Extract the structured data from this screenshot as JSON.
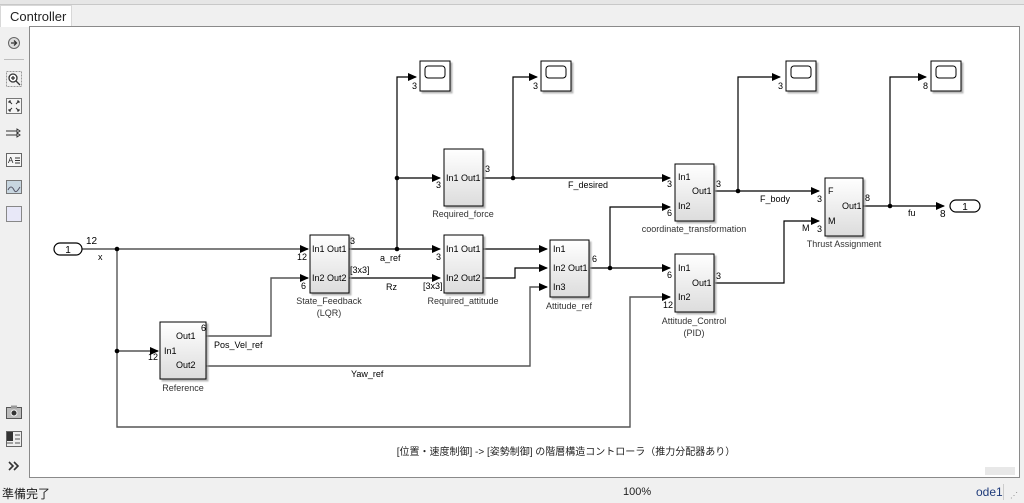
{
  "tab": {
    "label": "Controller"
  },
  "toolbar": {
    "items": [
      {
        "name": "hide-show-explorer-icon"
      },
      {
        "name": "zoom-icon"
      },
      {
        "name": "fit-to-view-icon"
      },
      {
        "name": "signal-routing-icon"
      },
      {
        "name": "annotation-icon"
      },
      {
        "name": "image-icon"
      },
      {
        "name": "area-icon"
      },
      {
        "name": "screenshot-icon"
      },
      {
        "name": "property-inspector-icon"
      },
      {
        "name": "more-icon"
      }
    ]
  },
  "diagram": {
    "inport": {
      "number": "1",
      "dim": "12",
      "signal": "x"
    },
    "outport": {
      "number": "1",
      "dim": "8",
      "signal": "fu"
    },
    "blocks": {
      "reference": {
        "name": "Reference",
        "in": [
          "In1"
        ],
        "out": [
          "Out1",
          "Out2"
        ],
        "in_dims": [
          "12"
        ],
        "out_dims": [
          "6"
        ]
      },
      "state_feedback": {
        "name": "State_Feedback",
        "name2": "(LQR)",
        "ports": [
          "In1 Out1",
          "In2 Out2"
        ],
        "in_dims": [
          "12",
          "6"
        ],
        "out_dims": [
          "3",
          "[3x3]"
        ]
      },
      "required_force": {
        "name": "Required_force",
        "ports": [
          "In1 Out1"
        ],
        "in_dims": [
          "3"
        ],
        "out_dims": [
          "3"
        ]
      },
      "required_attitude": {
        "name": "Required_attitude",
        "ports": [
          "In1 Out1",
          "In2 Out2"
        ],
        "in_dims": [
          "3",
          "[3x3]"
        ]
      },
      "attitude_ref": {
        "name": "Attitude_ref",
        "in": [
          "In1",
          "In2 Out1",
          "In3"
        ],
        "out_dims": [
          "6"
        ]
      },
      "coordinate_transformation": {
        "name": "coordinate_transformation",
        "in": [
          "In1",
          "In2"
        ],
        "out": [
          "Out1"
        ],
        "in_dims": [
          "3",
          "6"
        ],
        "out_dims": [
          "3"
        ]
      },
      "attitude_control": {
        "name": "Attitude_Control",
        "name2": "(PID)",
        "in": [
          "In1",
          "In2"
        ],
        "out": [
          "Out1"
        ],
        "in_dims": [
          "6",
          "12"
        ],
        "out_dims": [
          "3"
        ]
      },
      "thrust_assignment": {
        "name": "Thrust Assignment",
        "in": [
          "F",
          "M"
        ],
        "out": [
          "Out1"
        ],
        "in_dims": [
          "3",
          "3"
        ],
        "out_dims": [
          "8"
        ]
      }
    },
    "scopes": [
      {
        "dim": "3"
      },
      {
        "dim": "3"
      },
      {
        "dim": "3"
      },
      {
        "dim": "8"
      }
    ],
    "signals": {
      "a_ref": "a_ref",
      "rz": "Rz",
      "f_desired": "F_desired",
      "f_body": "F_body",
      "m": "M",
      "pos_vel_ref": "Pos_Vel_ref",
      "yaw_ref": "Yaw_ref"
    },
    "annotation": "[位置・速度制御] -> [姿勢制御] の階層構造コントローラ（推力分配器あり）"
  },
  "status": {
    "left": "準備完了",
    "zoom": "100%",
    "solver": "ode1"
  }
}
